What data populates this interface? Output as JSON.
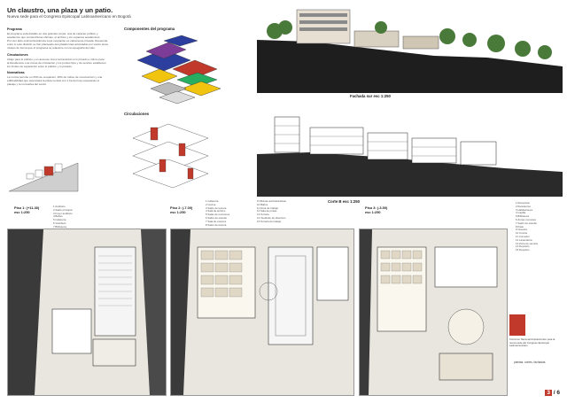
{
  "title": "Un claustro, una plaza y un patio.",
  "subtitle": "Nueva sede para el Congreso Episcopal Latinoamericano en Bogotá",
  "text_sections": [
    {
      "heading": "Programa",
      "paragraphs": [
        "El programa está dividido en dos grandes zonas: una de carácter público y",
        "académico que contendrá las oficinas, el archivo y los espacios académicos.",
        "Por otro lado está la Residencia cuya ocupación es claramente privada. Responde",
        "entre sí este división se han planteado dos plataformas articuladas por varios pisos",
        "niveles de forma que el programa se relacione con la topografía del sitio."
      ]
    },
    {
      "heading": "Circulaciones",
      "paragraphs": [
        "Abajo para lo público y en ascenso crece la transición a lo privado e íntimo para",
        "la Residencia. Las zonas de circulación y los puntos fijos y de servicio establecen",
        "los límites de separación entre lo público y lo privado."
      ]
    },
    {
      "heading": "Normativas",
      "paragraphs": [
        "La norma permite un 25% de ocupación, 40% de índice de construcción y una",
        "edificabilidad que potenciará la plaza central con 1 ha del lote respetando el",
        "paisaje y la normativa del sector."
      ]
    }
  ],
  "labels": {
    "componentes": "Componentes del programa",
    "circulaciones": "Circulaciones",
    "fachada": "Fachada sur esc 1:250",
    "corte": "Corte B esc 1:250"
  },
  "plans": [
    {
      "name": "Piso 1: (+11.30)",
      "scale": "esc 1:250"
    },
    {
      "name": "Piso 2: (-7.00)",
      "scale": "esc 1:250"
    },
    {
      "name": "Piso 3: (-3.50)",
      "scale": "esc 1:250"
    }
  ],
  "legends": {
    "plan1": [
      "1  Auditorio",
      "2  Salón principal",
      "3  Foyer auditorio",
      "4  Baños",
      "5  Cafetería",
      "6  Vestíbulo",
      "7  Biblioteca",
      "8  Archivo"
    ],
    "plan2": [
      "1  Cafetería",
      "2  Cocina",
      "3  Salón de lectura",
      "4  Sala de archivo",
      "5  Salas de reuniones",
      "6  Salón de estudio",
      "7  Sala de eventos",
      "8  Salón de lectura"
    ],
    "plan2b": [
      "9  Oficinas administrativas",
      "10 Baños",
      "11 Zona de trabajo",
      "12 Sala de juntas",
      "13 Terraza",
      "14 Vestíbulo de dirección",
      "15 Terraza de trabajo"
    ],
    "plan3": [
      "1  Recepción",
      "2  Residencia",
      "3  Habitaciones",
      "4  Capilla",
      "5  Biblioteca",
      "6  Zonas comunes",
      "7  Salón de estudio",
      "8  Patio",
      "9  Claustro",
      "10 Cocina",
      "11 Comedor",
      "12 Lavandería",
      "13 Zona de servicio",
      "14 Depósito",
      "15 Depósito"
    ]
  },
  "logo_text": "Concurso Nacional Arquitectónico para la nueva sede del Congreso Episcopal Latinoamericano",
  "footer": "plantas, cortes, fachadas",
  "page": {
    "current": "3",
    "total": "6"
  },
  "colors": {
    "accent": "#c0392b",
    "blue": "#2c3e9e",
    "purple": "#7d3c98",
    "yellow": "#f1c40f",
    "green": "#27ae60"
  }
}
